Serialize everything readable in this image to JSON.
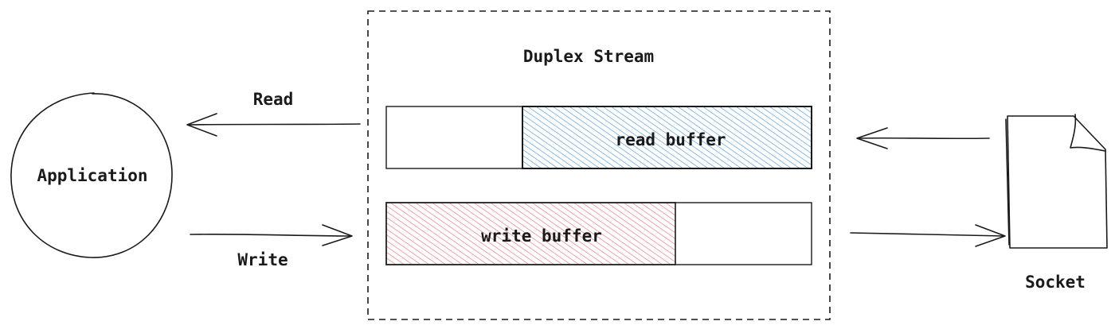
{
  "diagram": {
    "title": "Duplex Stream",
    "application_label": "Application",
    "read_label": "Read",
    "write_label": "Write",
    "read_buffer_label": "read buffer",
    "write_buffer_label": "write buffer",
    "socket_label": "Socket",
    "read_buffer_fill": 0.68,
    "write_buffer_fill": 0.68
  },
  "colors": {
    "read_buffer": "#3d8fd6",
    "write_buffer": "#e8676a",
    "ink": "#1a1a1a"
  }
}
